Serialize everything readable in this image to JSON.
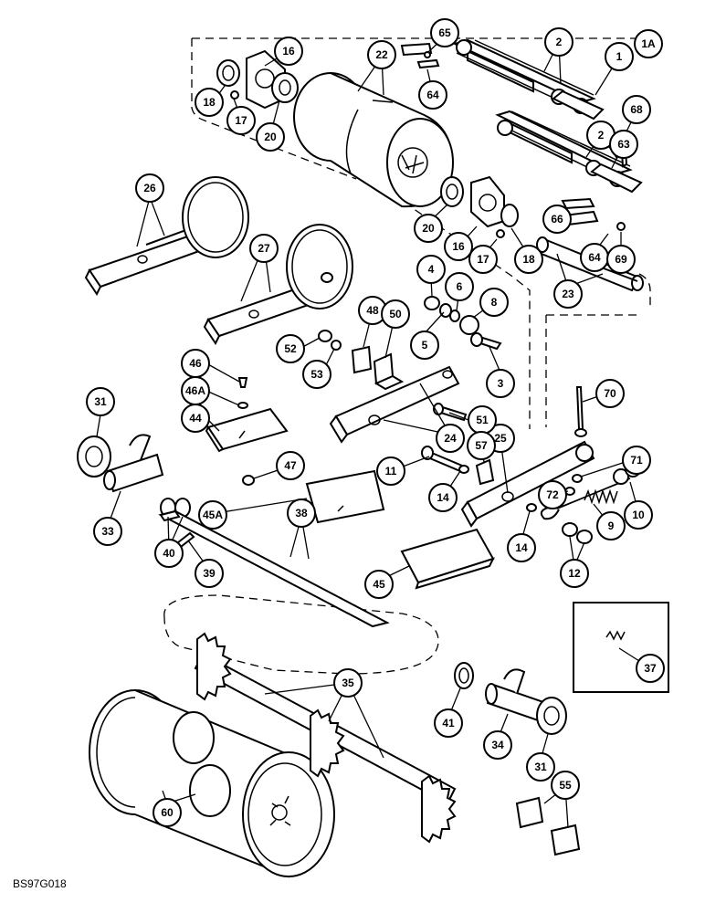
{
  "drawing_ref": "BS97G018",
  "callout_labels": [
    "1A",
    "2",
    "2",
    "3",
    "4",
    "5",
    "6",
    "8",
    "9",
    "10",
    "11",
    "12",
    "14",
    "14",
    "16",
    "16",
    "17",
    "17",
    "18",
    "18",
    "20",
    "20",
    "22",
    "23",
    "24",
    "25",
    "26",
    "27",
    "31",
    "31",
    "33",
    "34",
    "35",
    "37",
    "38",
    "39",
    "40",
    "41",
    "44",
    "45",
    "45A",
    "46",
    "46A",
    "47",
    "48",
    "50",
    "51",
    "52",
    "53",
    "55",
    "57",
    "60",
    "63",
    "64",
    "64",
    "65",
    "66",
    "68",
    "69",
    "70",
    "71",
    "72",
    "1"
  ]
}
